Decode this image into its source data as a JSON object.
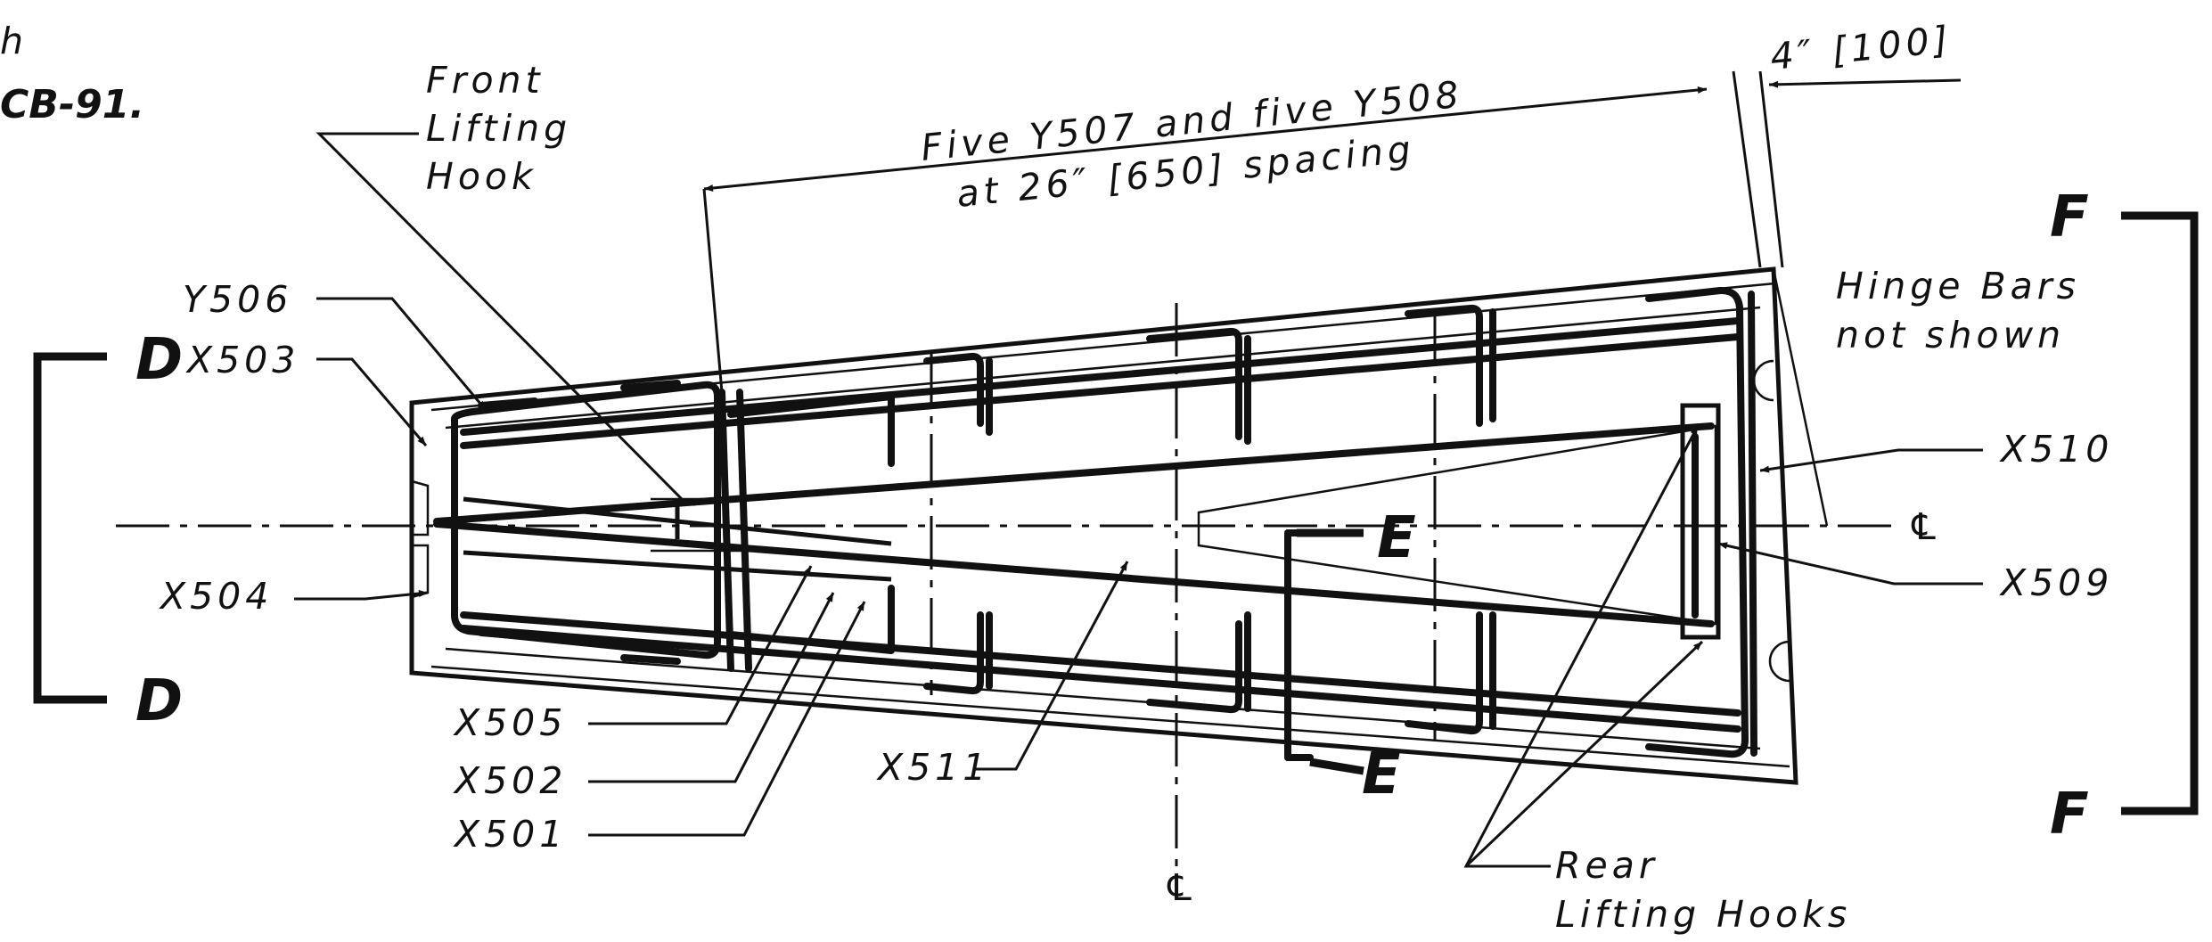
{
  "notes": {
    "corner_h": "h",
    "corner_ref": "CB-91."
  },
  "labels": {
    "front_hook_1": "Front",
    "front_hook_2": "Lifting",
    "front_hook_3": "Hook",
    "spacing_1": "Five Y507 and five Y508",
    "spacing_2": "at 26″ [650] spacing",
    "offset": "4″ [100]",
    "y506": "Y506",
    "x503": "X503",
    "x504": "X504",
    "x505": "X505",
    "x502": "X502",
    "x501": "X501",
    "x511": "X511",
    "x510": "X510",
    "x509": "X509",
    "hinge_1": "Hinge Bars",
    "hinge_2": "not shown",
    "rear_hooks_1": "Rear",
    "rear_hooks_2": "Lifting Hooks",
    "centerline": "℄"
  },
  "sections": {
    "d_top": "D",
    "d_bottom": "D",
    "e_top": "E",
    "e_bottom": "E",
    "f_top": "F",
    "f_bottom": "F"
  }
}
